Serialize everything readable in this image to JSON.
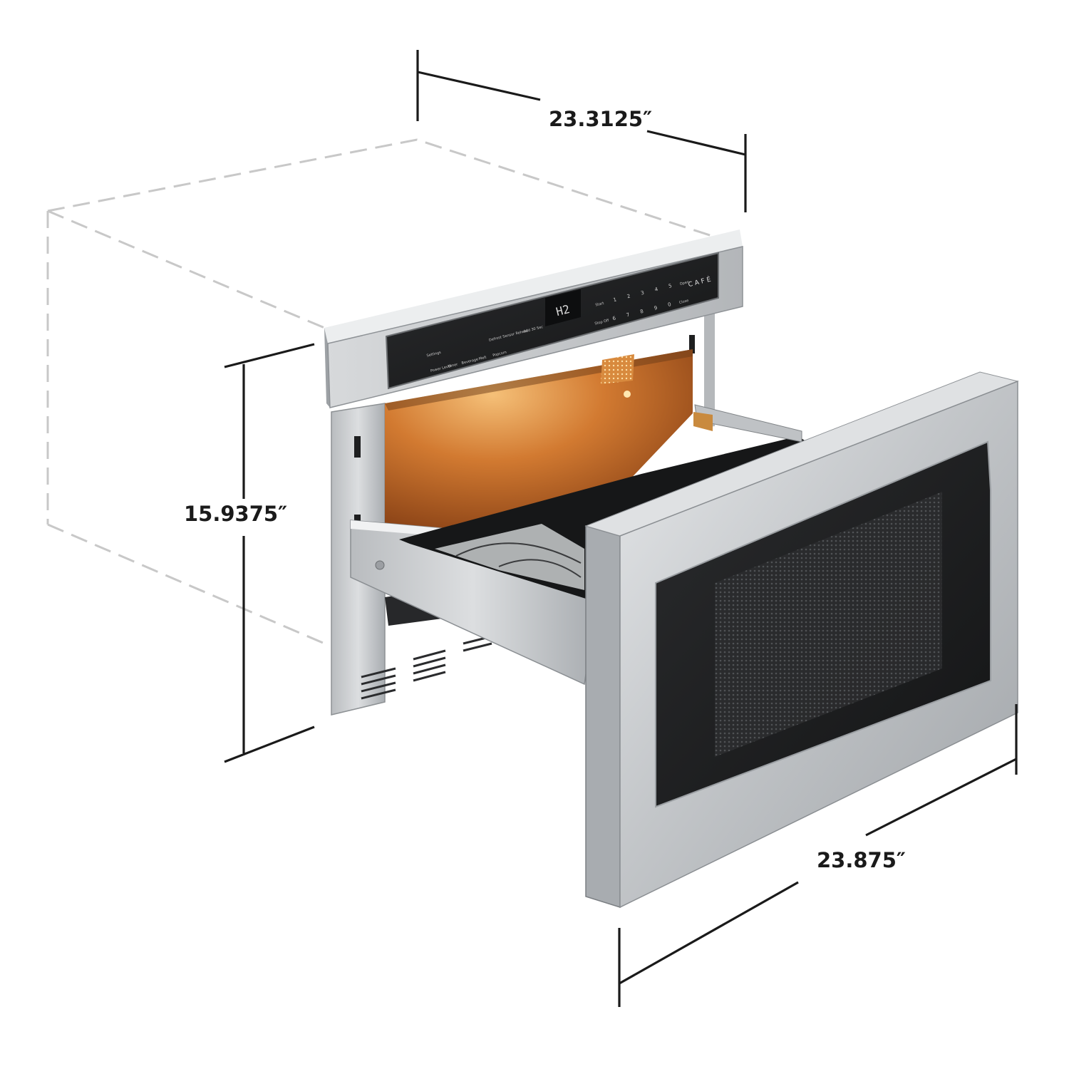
{
  "dimensions": {
    "width": "23.3125″",
    "height": "15.9375″",
    "depth": "23.875″"
  },
  "control_panel": {
    "brand": "CAFÉ",
    "display": "H2",
    "row1": [
      "Settings",
      "Add 30 Sec",
      "Sensor Reheat",
      "Popcorn",
      "Defrost",
      "Melt",
      "Beverage",
      "Timer",
      "Power Level"
    ],
    "row2": [
      "Start",
      "1",
      "2",
      "3",
      "4",
      "5",
      "Open"
    ],
    "row3": [
      "Stop Off",
      "6",
      "7",
      "8",
      "9",
      "0",
      "Close"
    ]
  },
  "colors": {
    "steel": "#c9ccce",
    "dark_glass": "#1e1f20",
    "interior": "#b8571c",
    "dimension_line": "#1a1a1a",
    "dashed_outline": "#c8c8c8"
  }
}
